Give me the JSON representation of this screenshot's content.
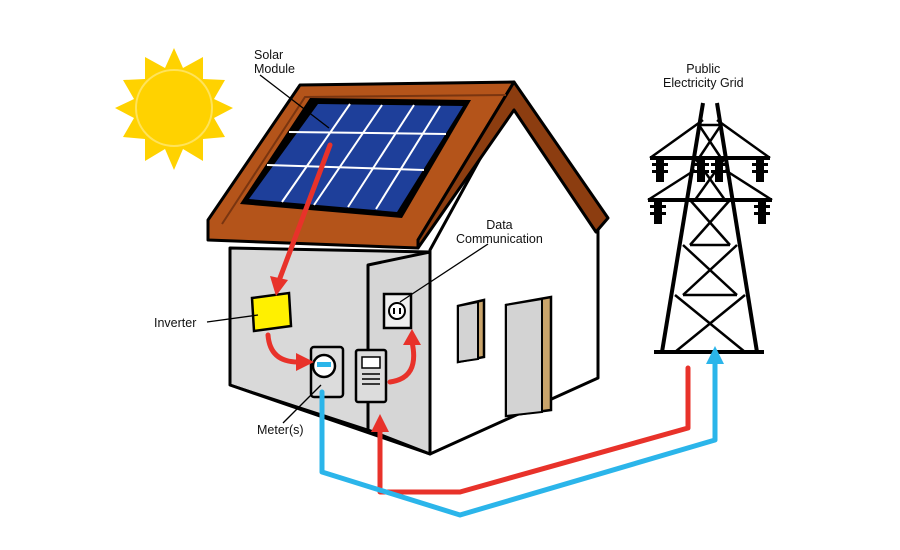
{
  "labels": {
    "solar_module": [
      "Solar",
      "Module"
    ],
    "public_grid": [
      "Public",
      "Electricity Grid"
    ],
    "data_communication": [
      "Data",
      "Communication"
    ],
    "inverter": "Inverter",
    "meters": "Meter(s)"
  },
  "colors": {
    "sun": "#FFD200",
    "roof": "#B4541A",
    "panel": "#1E3F9A",
    "house_side": "#D9D9D9",
    "house_front": "#FFFFFF",
    "inverter": "#FFF000",
    "door": "#C9A46B",
    "export_arrow": "#E8322A",
    "import_arrow": "#2BB5EA",
    "outline": "#000000"
  },
  "icons": [
    "sun-icon",
    "solar-panel-icon",
    "inverter-icon",
    "meter-icon",
    "outlet-icon",
    "transmission-tower-icon"
  ]
}
